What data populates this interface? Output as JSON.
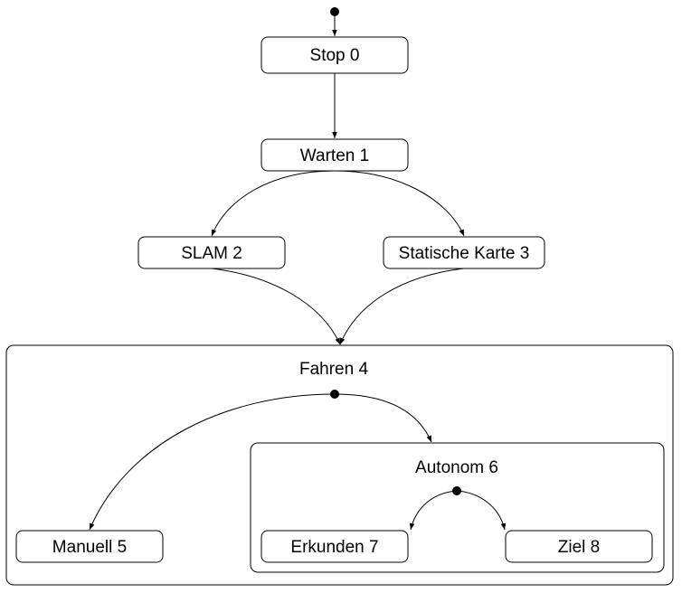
{
  "states": {
    "stop": "Stop 0",
    "warten": "Warten 1",
    "slam": "SLAM 2",
    "statische_karte": "Statische Karte 3",
    "fahren": "Fahren 4",
    "manuell": "Manuell 5",
    "autonom": "Autonom 6",
    "erkunden": "Erkunden 7",
    "ziel": "Ziel 8"
  },
  "transitions": [
    {
      "from": "initial",
      "to": "stop"
    },
    {
      "from": "stop",
      "to": "warten"
    },
    {
      "from": "warten",
      "to": "slam"
    },
    {
      "from": "warten",
      "to": "statische_karte"
    },
    {
      "from": "slam",
      "to": "fahren"
    },
    {
      "from": "statische_karte",
      "to": "fahren"
    },
    {
      "from": "fahren.initial",
      "to": "manuell"
    },
    {
      "from": "fahren.initial",
      "to": "autonom"
    },
    {
      "from": "autonom.initial",
      "to": "erkunden"
    },
    {
      "from": "autonom.initial",
      "to": "ziel"
    }
  ]
}
